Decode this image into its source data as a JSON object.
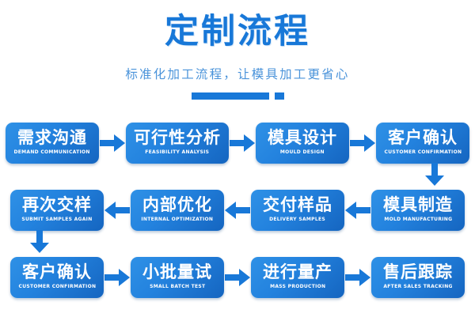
{
  "header": {
    "title": "定制流程",
    "subtitle": "标准化加工流程，让模具加工更省心",
    "divider_icon": "divider-bar-icon"
  },
  "colors": {
    "title_blue": "#1878d8",
    "subtitle_blue": "#4a93da",
    "node_gradient_light": "#2f91e6",
    "node_gradient_dark": "#1565c0",
    "arrow_blue": "#1878d8",
    "background": "#ffffff"
  },
  "flow": {
    "rows": [
      {
        "direction": "left-to-right",
        "arrow_icon": "arrow-right-icon",
        "nodes": [
          {
            "cn": "需求沟通",
            "en": "DEMAND COMMUNICATION"
          },
          {
            "cn": "可行性分析",
            "en": "FEASIBILITY ANALYSIS"
          },
          {
            "cn": "模具设计",
            "en": "MOULD DESIGN"
          },
          {
            "cn": "客户确认",
            "en": "CUSTOMER CONFIRMATION"
          }
        ]
      },
      {
        "direction": "right-to-left",
        "arrow_icon": "arrow-left-icon",
        "nodes": [
          {
            "cn": "再次交样",
            "en": "SUBMIT SAMPLES AGAIN"
          },
          {
            "cn": "内部优化",
            "en": "INTERNAL OPTIMIZATION"
          },
          {
            "cn": "交付样品",
            "en": "DELIVERY SAMPLES"
          },
          {
            "cn": "模具制造",
            "en": "MOLD MANUFACTURING"
          }
        ]
      },
      {
        "direction": "left-to-right",
        "arrow_icon": "arrow-right-icon",
        "nodes": [
          {
            "cn": "客户确认",
            "en": "CUSTOMER CONFIRMATION"
          },
          {
            "cn": "小批量试",
            "en": "SMALL BATCH TEST"
          },
          {
            "cn": "进行量产",
            "en": "MASS PRODUCTION"
          },
          {
            "cn": "售后跟踪",
            "en": "AFTER SALES TRACKING"
          }
        ]
      }
    ],
    "connectors": [
      {
        "icon": "arrow-down-icon",
        "from": "客户确认",
        "to": "模具制造",
        "side": "right"
      },
      {
        "icon": "arrow-down-icon",
        "from": "再次交样",
        "to": "客户确认",
        "side": "left"
      }
    ]
  }
}
